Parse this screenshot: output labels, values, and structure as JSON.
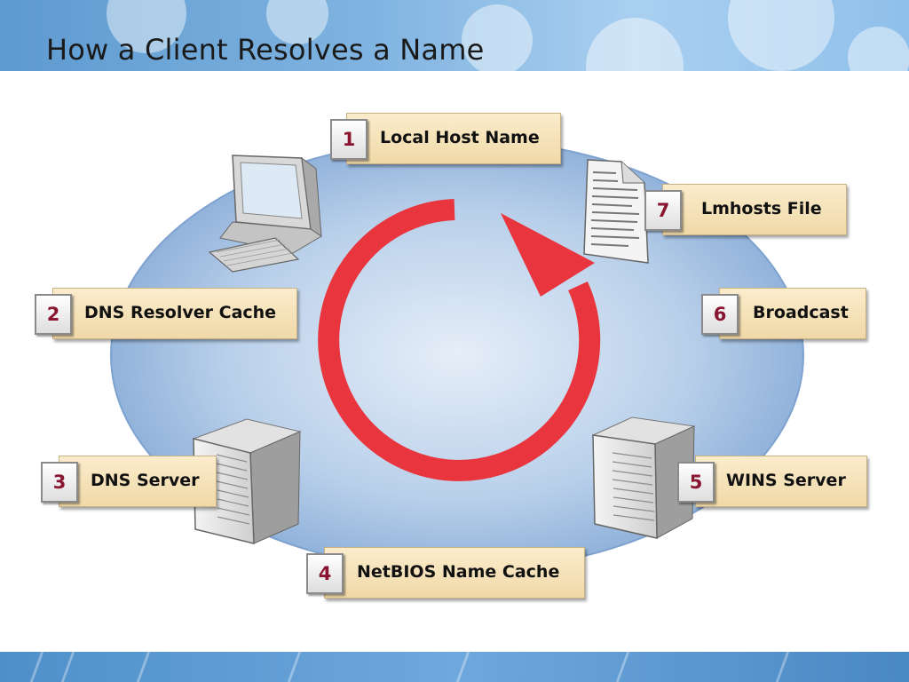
{
  "slide": {
    "title": "How a Client Resolves a Name"
  },
  "colors": {
    "arrow": "#e8353e",
    "ellipse": "#8fb3dc",
    "label_fill": "#f5e2b8",
    "number_text": "#8a1530"
  },
  "steps": [
    {
      "number": "1",
      "label": "Local Host Name"
    },
    {
      "number": "2",
      "label": "DNS Resolver Cache"
    },
    {
      "number": "3",
      "label": "DNS Server"
    },
    {
      "number": "4",
      "label": "NetBIOS Name Cache"
    },
    {
      "number": "5",
      "label": "WINS Server"
    },
    {
      "number": "6",
      "label": "Broadcast"
    },
    {
      "number": "7",
      "label": "Lmhosts File"
    }
  ],
  "icons": [
    "client-computer-icon",
    "lmhosts-document-icon",
    "dns-server-icon",
    "wins-server-icon",
    "cycle-arrow-icon"
  ]
}
